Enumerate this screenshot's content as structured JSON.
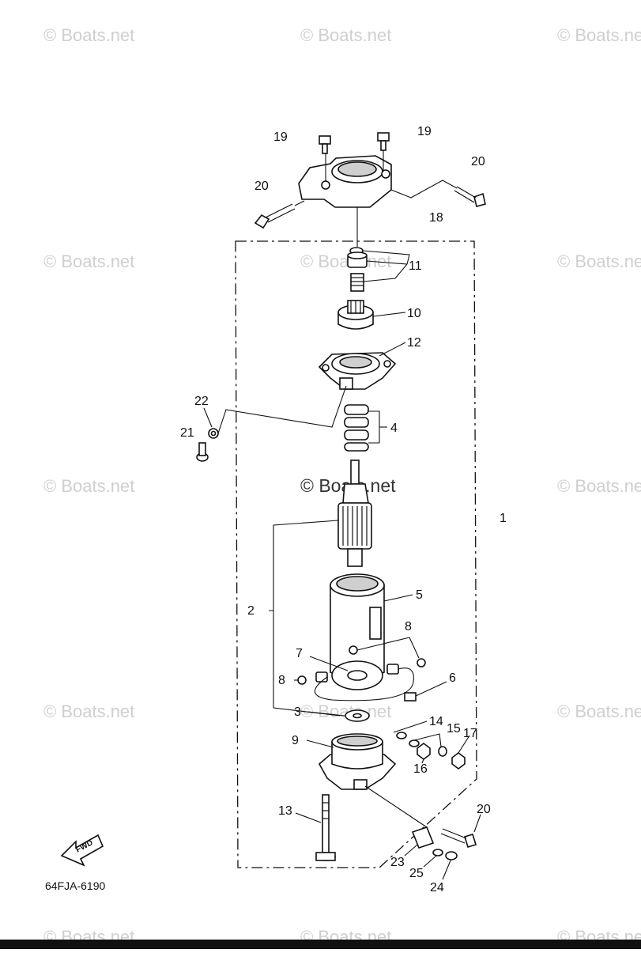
{
  "watermark": {
    "text": "© Boats.net"
  },
  "callouts": {
    "c1": "1",
    "c2": "2",
    "c3": "3",
    "c4": "4",
    "c5": "5",
    "c6": "6",
    "c7": "7",
    "c8": "8",
    "c9": "9",
    "c10": "10",
    "c11": "11",
    "c12": "12",
    "c13": "13",
    "c14": "14",
    "c15": "15",
    "c16": "16",
    "c17": "17",
    "c18": "18",
    "c19": "19",
    "c20": "20",
    "c21": "21",
    "c22": "22",
    "c23": "23",
    "c24": "24",
    "c25": "25"
  },
  "fwd_label": "FWD",
  "diagram_code": "64FJA-6190",
  "colors": {
    "ink": "#111111",
    "watermark": "#cfcfcf",
    "background": "#ffffff"
  },
  "icons": {
    "fwd_arrow": "fwd-arrow-icon"
  }
}
